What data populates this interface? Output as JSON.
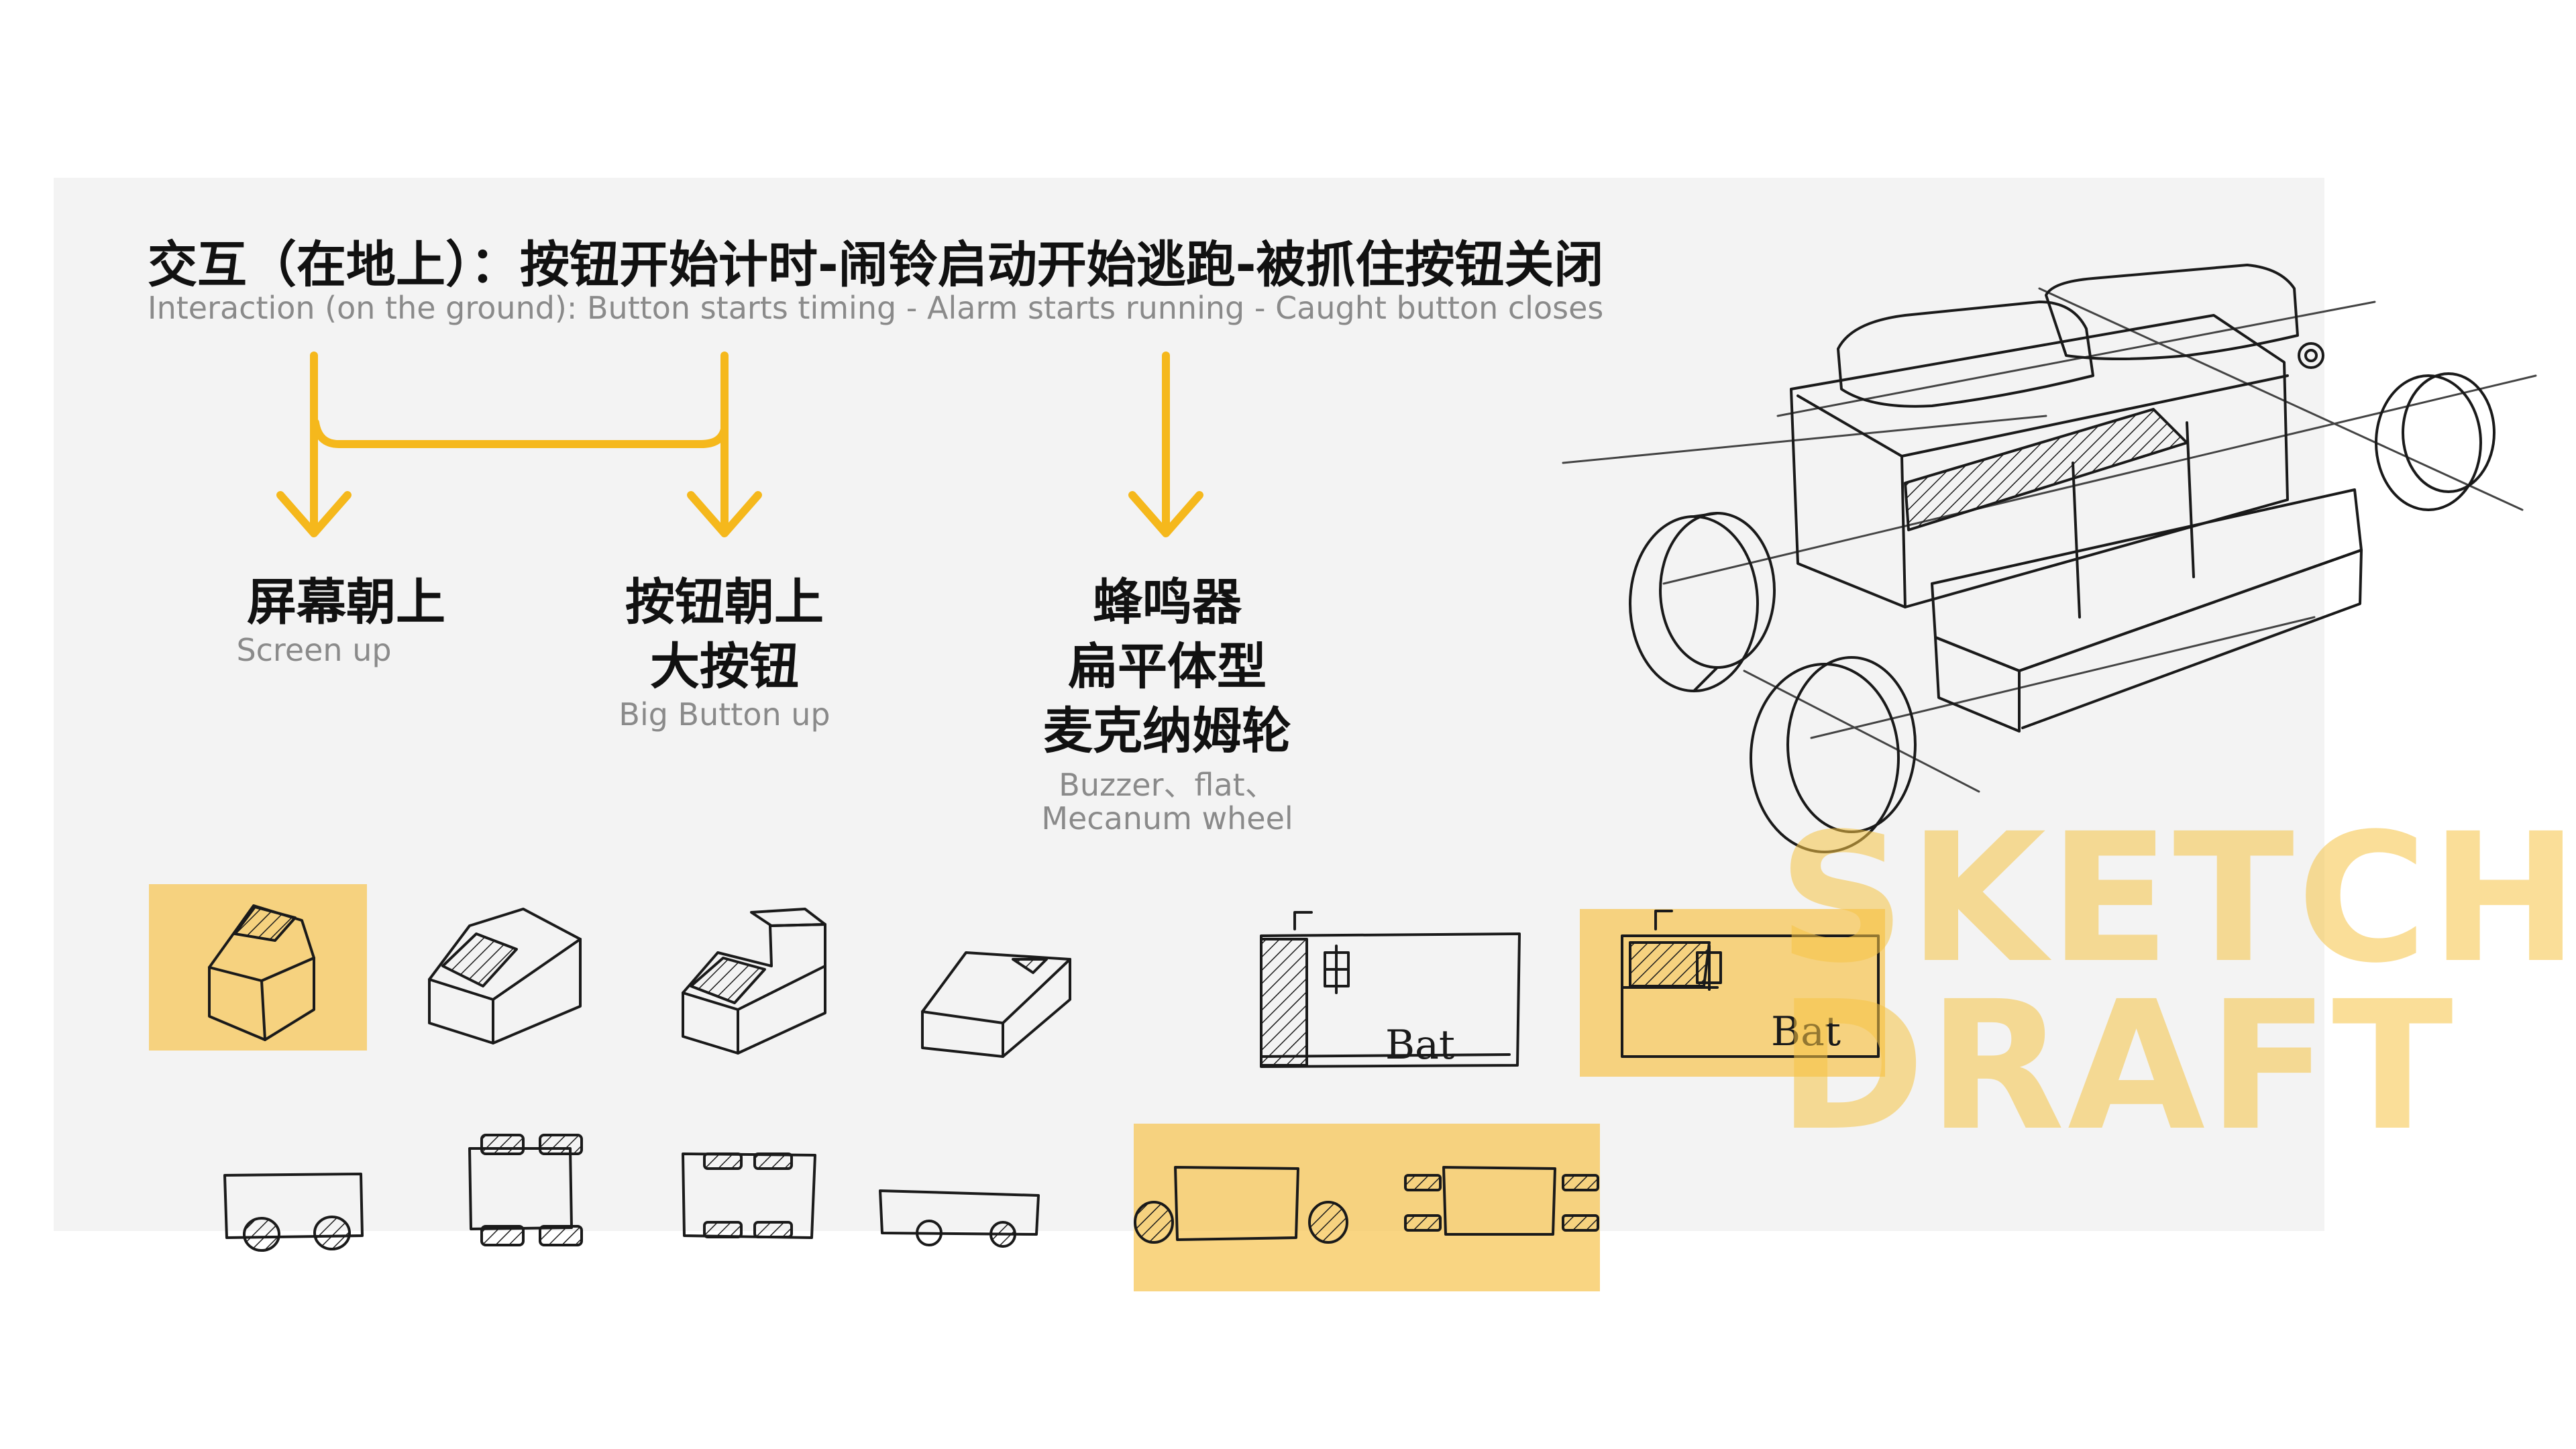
{
  "header": {
    "title_cn": "交互（在地上）：按钮开始计时-闹铃启动开始逃跑-被抓住按钮关闭",
    "title_en": "Interaction (on the ground): Button starts timing - Alarm starts running - Caught button closes"
  },
  "options": [
    {
      "cn": [
        "屏幕朝上"
      ],
      "en": [
        "Screen up"
      ]
    },
    {
      "cn": [
        "按钮朝上",
        "大按钮"
      ],
      "en": [
        "Big Button up"
      ]
    },
    {
      "cn": [
        "蜂鸣器",
        "扁平体型",
        "麦克纳姆轮"
      ],
      "en": [
        "Buzzer、flat、",
        "Mecanum wheel"
      ]
    }
  ],
  "battery_label": "Bat",
  "watermark": [
    "SKETCH",
    "DRAFT"
  ],
  "colors": {
    "accent": "#f5b81c",
    "highlight": "#f6c552",
    "panel": "#f3f3f3",
    "ink": "#1a1a1a"
  }
}
